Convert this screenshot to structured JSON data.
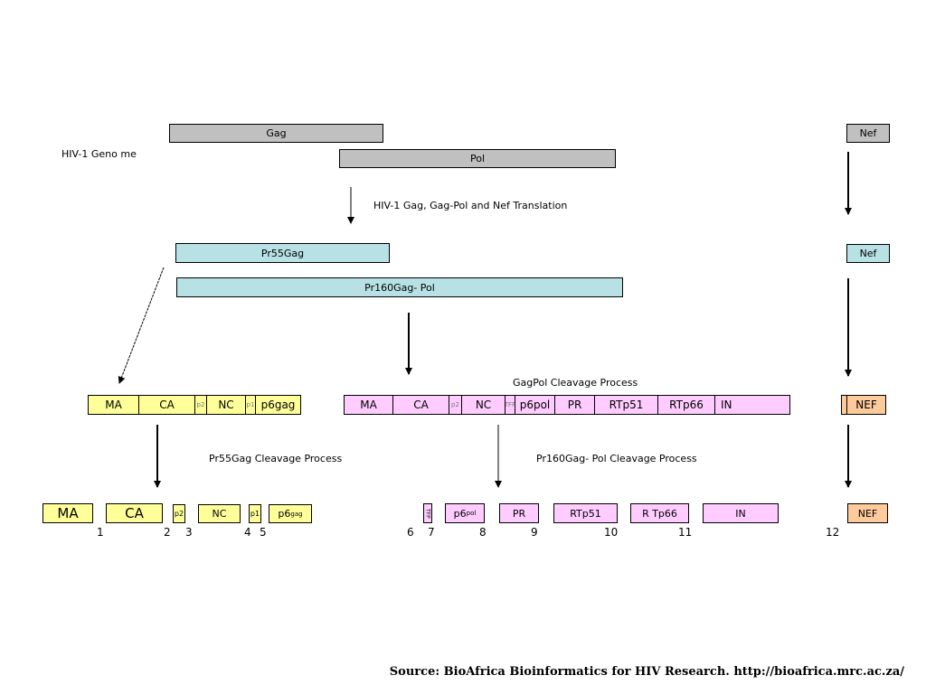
{
  "genome": {
    "label": "HIV-1 Geno me",
    "gag": "Gag",
    "pol": "Pol",
    "nef": "Nef"
  },
  "translation": {
    "label": "HIV-1 Gag, Gag-Pol and Nef Translation",
    "pr55": "Pr55Gag",
    "pr160": "Pr160Gag- Pol",
    "nef": "Nef"
  },
  "gag_row": [
    "MA",
    "CA",
    "p2",
    "NC",
    "p1",
    "p6gag"
  ],
  "gagpol_row": [
    "MA",
    "CA",
    "p2",
    "NC",
    "TFP",
    "p6pol",
    "PR",
    "RTp51",
    "RTp66",
    "IN"
  ],
  "nef_row": "NEF",
  "process_labels": {
    "gagpol": "GagPol Cleavage Process",
    "pr55": "Pr55Gag Cleavage Process",
    "pr160": "Pr160Gag- Pol Cleavage Process"
  },
  "cleaved": {
    "ma": "MA",
    "ca": "CA",
    "p2": "p2",
    "nc": "NC",
    "p1": "p1",
    "p6gag_base": "p6",
    "p6gag_sup": "gag",
    "tfp": "TFP",
    "p6pol_base": "p6",
    "p6pol_sup": "pol",
    "pr": "PR",
    "rtp51": "RTp51",
    "rtp66": "R Tp66",
    "in": "IN",
    "nef": "NEF"
  },
  "numbers": [
    "1",
    "2",
    "3",
    "4",
    "5",
    "6",
    "7",
    "8",
    "9",
    "10",
    "11",
    "12"
  ],
  "source": "Source: BioAfrica Bioinformatics for HIV Research. http://bioafrica.mrc.ac.za/"
}
